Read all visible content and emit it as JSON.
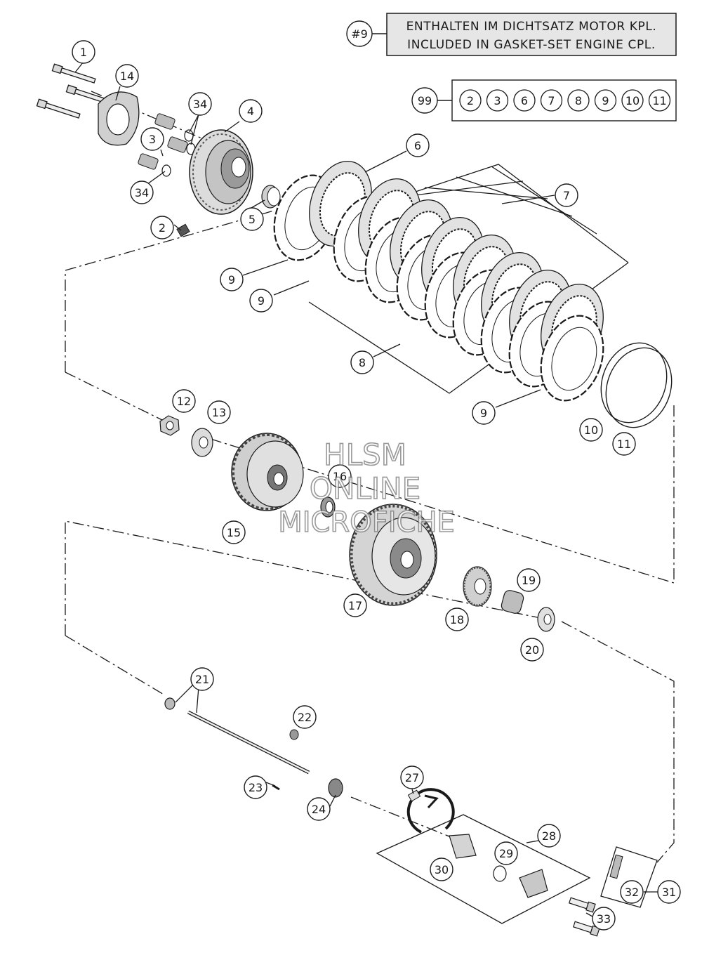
{
  "note": {
    "ref": "#9",
    "line1": "ENTHALTEN IM DICHTSATZ MOTOR KPL.",
    "line2": "INCLUDED IN GASKET-SET ENGINE CPL."
  },
  "kit": {
    "ref": "99",
    "items": [
      "2",
      "3",
      "6",
      "7",
      "8",
      "9",
      "10",
      "11"
    ]
  },
  "callouts": [
    "1",
    "14",
    "34",
    "4",
    "3",
    "34",
    "2",
    "5",
    "6",
    "7",
    "9",
    "9",
    "8",
    "9",
    "12",
    "13",
    "16",
    "15",
    "10",
    "11",
    "17",
    "19",
    "18",
    "20",
    "21",
    "22",
    "23",
    "24",
    "27",
    "28",
    "29",
    "30",
    "31",
    "32",
    "33"
  ],
  "watermark": {
    "line1": "HLSM",
    "line2": "ONLINE",
    "line3": "MICROFICHE"
  },
  "colors": {
    "line": "#1a1a1a",
    "part_fill": "#d9d9d9",
    "part_dark": "#555555",
    "note_bg": "#e6e6e6"
  }
}
